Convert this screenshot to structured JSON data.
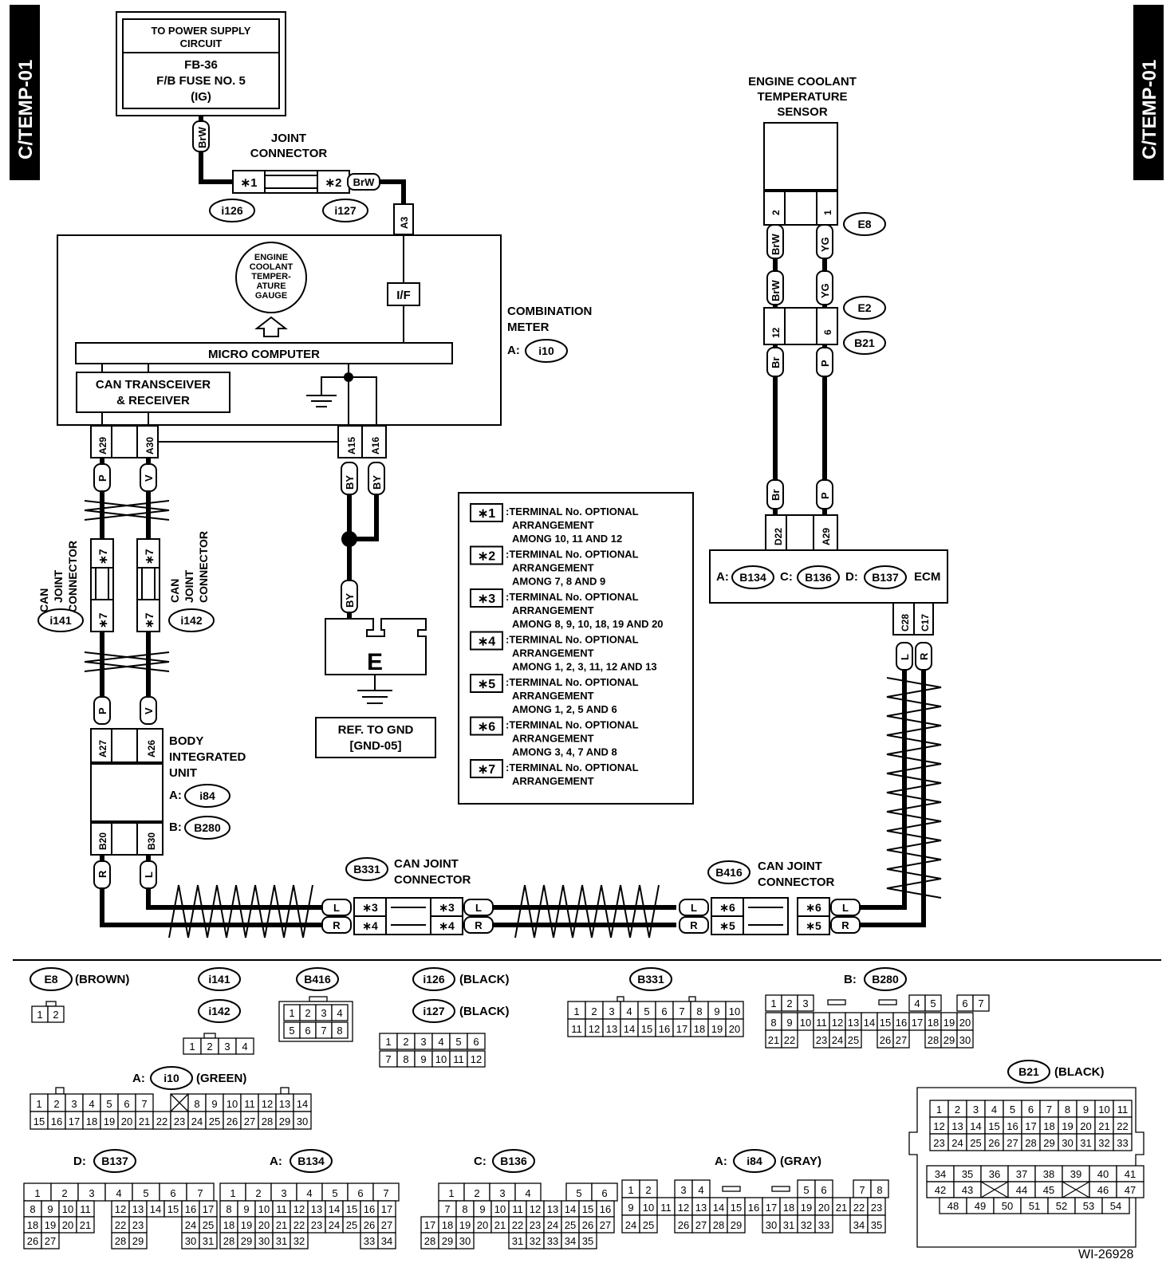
{
  "side_tab_left": "C/TEMP-01",
  "side_tab_right": "C/TEMP-01",
  "power_supply": {
    "line1": "TO POWER SUPPLY",
    "line2": "CIRCUIT",
    "fuse_line1": "FB-36",
    "fuse_line2": "F/B FUSE NO. 5",
    "fuse_line3": "(IG)"
  },
  "joint_connector": {
    "line1": "JOINT",
    "line2": "CONNECTOR",
    "pin1": "∗1",
    "pin2": "∗2",
    "id1": "i126",
    "id2": "i127"
  },
  "wire_labels": {
    "brw": "BrW",
    "yg": "YG",
    "br": "Br",
    "p": "P",
    "v": "V",
    "by": "BY",
    "l": "L",
    "r": "R"
  },
  "pins": {
    "a3": "A3",
    "a29": "A29",
    "a30": "A30",
    "a15": "A15",
    "a16": "A16",
    "a27": "A27",
    "a26": "A26",
    "b20": "B20",
    "b30": "B30",
    "d22": "D22",
    "ecm_a29": "A29",
    "c28": "C28",
    "c17": "C17",
    "e8_2": "2",
    "e8_1": "1",
    "b21_12": "12",
    "b21_6": "6",
    "star7": "∗7",
    "star3": "∗3",
    "star4": "∗4",
    "star5": "∗5",
    "star6": "∗6"
  },
  "combination_meter": {
    "gauge_l1": "ENGINE",
    "gauge_l2": "COOLANT",
    "gauge_l3": "TEMPER-",
    "gauge_l4": "ATURE",
    "gauge_l5": "GAUGE",
    "if": "I/F",
    "micro": "MICRO COMPUTER",
    "can_l1": "CAN TRANSCEIVER",
    "can_l2": "& RECEIVER",
    "title_l1": "COMBINATION",
    "title_l2": "METER",
    "conn_prefix": "A:",
    "conn_id": "i10"
  },
  "sensor": {
    "l1": "ENGINE COOLANT",
    "l2": "TEMPERATURE",
    "l3": "SENSOR",
    "conn": "E8",
    "e2": "E2",
    "b21": "B21"
  },
  "ecm": {
    "a": "A:",
    "a_id": "B134",
    "c": "C:",
    "c_id": "B136",
    "d": "D:",
    "d_id": "B137",
    "name": "ECM"
  },
  "can_joint_left": {
    "l1": "CAN",
    "l2": "JOINT",
    "l3": "CONNECTOR",
    "id": "i141"
  },
  "can_joint_right": {
    "l1": "CAN",
    "l2": "JOINT",
    "l3": "CONNECTOR",
    "id": "i142"
  },
  "ground": {
    "letter": "E",
    "ref_l1": "REF. TO GND",
    "ref_l2": "[GND-05]"
  },
  "biu": {
    "l1": "BODY",
    "l2": "INTEGRATED",
    "l3": "UNIT",
    "a": "A:",
    "a_id": "i84",
    "b": "B:",
    "b_id": "B280"
  },
  "can_b331": {
    "id": "B331",
    "l1": "CAN JOINT",
    "l2": "CONNECTOR"
  },
  "can_b416": {
    "id": "B416",
    "l1": "CAN JOINT",
    "l2": "CONNECTOR"
  },
  "legend": [
    {
      "key": "∗1",
      "lines": [
        ":TERMINAL No. OPTIONAL",
        "ARRANGEMENT",
        "AMONG 10, 11 AND 12"
      ]
    },
    {
      "key": "∗2",
      "lines": [
        ":TERMINAL No. OPTIONAL",
        "ARRANGEMENT",
        "AMONG 7, 8 AND 9"
      ]
    },
    {
      "key": "∗3",
      "lines": [
        ":TERMINAL No. OPTIONAL",
        "ARRANGEMENT",
        "AMONG 8, 9, 10, 18, 19 AND 20"
      ]
    },
    {
      "key": "∗4",
      "lines": [
        ":TERMINAL No. OPTIONAL",
        "ARRANGEMENT",
        "AMONG 1, 2, 3, 11, 12 AND 13"
      ]
    },
    {
      "key": "∗5",
      "lines": [
        ":TERMINAL No. OPTIONAL",
        "ARRANGEMENT",
        "AMONG 1, 2, 5 AND 6"
      ]
    },
    {
      "key": "∗6",
      "lines": [
        ":TERMINAL No. OPTIONAL",
        "ARRANGEMENT",
        "AMONG 3, 4, 7 AND 8"
      ]
    },
    {
      "key": "∗7",
      "lines": [
        ":TERMINAL No. OPTIONAL",
        "ARRANGEMENT"
      ]
    }
  ],
  "connector_views": {
    "e8": {
      "id": "E8",
      "note": "(BROWN)"
    },
    "i141": {
      "id": "i141"
    },
    "i142": {
      "id": "i142"
    },
    "b416": {
      "id": "B416"
    },
    "i126": {
      "id": "i126",
      "note": "(BLACK)"
    },
    "i127": {
      "id": "i127",
      "note": "(BLACK)"
    },
    "b331": {
      "id": "B331"
    },
    "b280": {
      "prefix": "B:",
      "id": "B280"
    },
    "b21": {
      "id": "B21",
      "note": "(BLACK)"
    },
    "i10": {
      "prefix": "A:",
      "id": "i10",
      "note": "(GREEN)"
    },
    "b137": {
      "prefix": "D:",
      "id": "B137"
    },
    "b134": {
      "prefix": "A:",
      "id": "B134"
    },
    "b136": {
      "prefix": "C:",
      "id": "B136"
    },
    "i84": {
      "prefix": "A:",
      "id": "i84",
      "note": "(GRAY)"
    }
  },
  "figure_id": "WI-26928"
}
